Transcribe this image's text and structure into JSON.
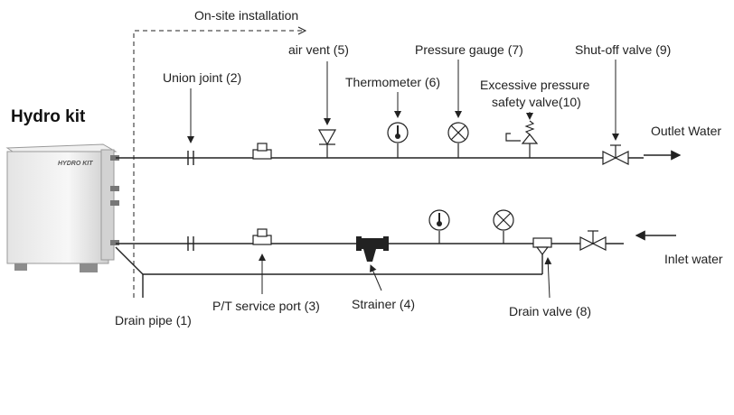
{
  "diagram": {
    "title": "Hydro kit",
    "unit_badge": "HYDRO KIT",
    "install_area": "On-site installation",
    "outlet": "Outlet Water",
    "inlet": "Inlet water",
    "components": {
      "union_joint": "Union joint (2)",
      "air_vent": "air vent (5)",
      "thermometer": "Thermometer (6)",
      "pressure_gauge": "Pressure gauge (7)",
      "safety_valve_1": "Excessive pressure",
      "safety_valve_2": "safety valve(10)",
      "shutoff_valve": "Shut-off valve (9)",
      "drain_pipe": "Drain pipe (1)",
      "pt_port": "P/T service port (3)",
      "strainer": "Strainer (4)",
      "drain_valve": "Drain valve (8)"
    }
  }
}
